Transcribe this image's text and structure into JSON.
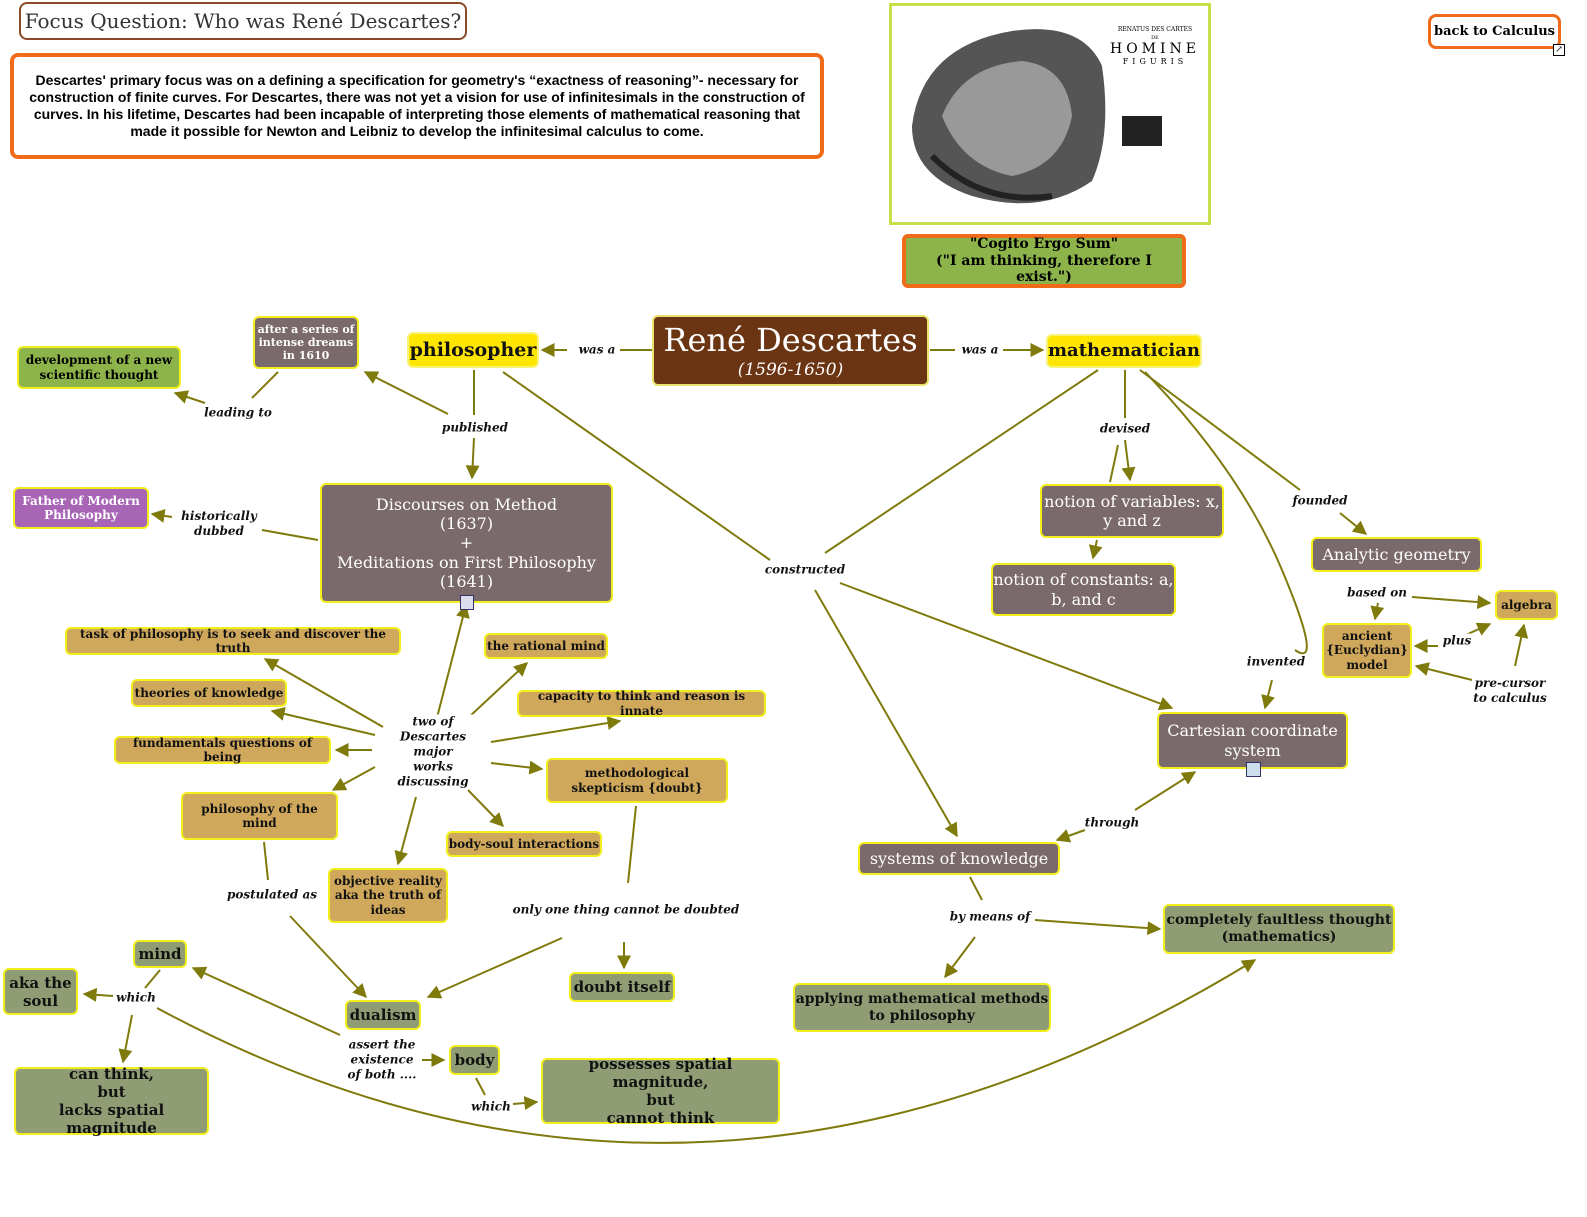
{
  "focus_question": "Focus Question:  Who was René Descartes?",
  "summary": "Descartes' primary focus was on a defining a specification for geometry's “exactness of reasoning”- necessary for construction of finite curves.  For Descartes, there was not yet a vision for use of infinitesimals in the construction of curves.  In his lifetime, Descartes had been incapable of interpreting those elements of mathematical reasoning that made it possible for Newton and Leibniz to develop the infinitesimal calculus to come.",
  "image_caption": [
    "RENATUS DES CARTES",
    "DE",
    "HOMINE",
    "FIGURIS"
  ],
  "cogito": {
    "line1": "\"Cogito Ergo Sum\"",
    "line2": "(\"I am thinking, therefore I exist.\")"
  },
  "back_button": "back to Calculus",
  "colors": {
    "link": "#7f7a0c",
    "grey_node": "#7b6a6c",
    "tan_node": "#cfa85c",
    "olive_node": "#909c74",
    "yellow_node": "#ffe600",
    "center_node": "#6b3412",
    "orange_border": "#ef6b1a"
  },
  "nodes": {
    "center_name": "René Descartes",
    "center_dates": "(1596-1650)",
    "philosopher": "philosopher",
    "mathematician": "mathematician",
    "dreams": "after a series of intense dreams in 1610",
    "development": "development of a new scientific thought",
    "father": "Father of Modern Philosophy",
    "discourses": [
      "Discourses on Method",
      "(1637)",
      "+",
      "Meditations on First Philosophy",
      "(1641)"
    ],
    "task": "task of philosophy is to seek and discover the truth",
    "theories": "theories of knowledge",
    "fundamentals": "fundamentals questions of being",
    "phil_mind": "philosophy of the mind",
    "rational": "the rational mind",
    "capacity": "capacity to think and reason is innate",
    "skepticism": "methodological skepticism {doubt}",
    "body_soul": "body-soul interactions",
    "objective": "objective reality aka the truth of ideas",
    "mind": "mind",
    "aka_soul": "aka the soul",
    "can_think": [
      "can think,",
      "but",
      "lacks spatial magnitude"
    ],
    "dualism": "dualism",
    "body": "body",
    "possesses": [
      "possesses spatial magnitude,",
      "but",
      "cannot think"
    ],
    "doubt_itself": "doubt itself",
    "variables": "notion of variables: x, y and z",
    "constants": "notion of constants: a, b, and c",
    "analytic": "Analytic geometry",
    "algebra": "algebra",
    "ancient": "ancient {Euclydian} model",
    "cartesian": "Cartesian coordinate system",
    "systems": "systems of knowledge",
    "faultless": "completely faultless thought (mathematics)",
    "applying": "applying mathematical methods to philosophy"
  },
  "links": {
    "was_a_1": "was a",
    "was_a_2": "was a",
    "published": "published",
    "leading_to": "leading to",
    "historically_dubbed": "historically dubbed",
    "two_works": "two of Descartes major works discussing",
    "constructed": "constructed",
    "devised": "devised",
    "founded": "founded",
    "based_on": "based on",
    "plus": "plus",
    "precursor": "pre-cursor to calculus",
    "invented": "invented",
    "through": "through",
    "by_means_of": "by means of",
    "only_one": "only one thing cannot be doubted",
    "postulated": "postulated as",
    "which_1": "which",
    "assert": "assert the existence of both ....",
    "which_2": "which"
  }
}
